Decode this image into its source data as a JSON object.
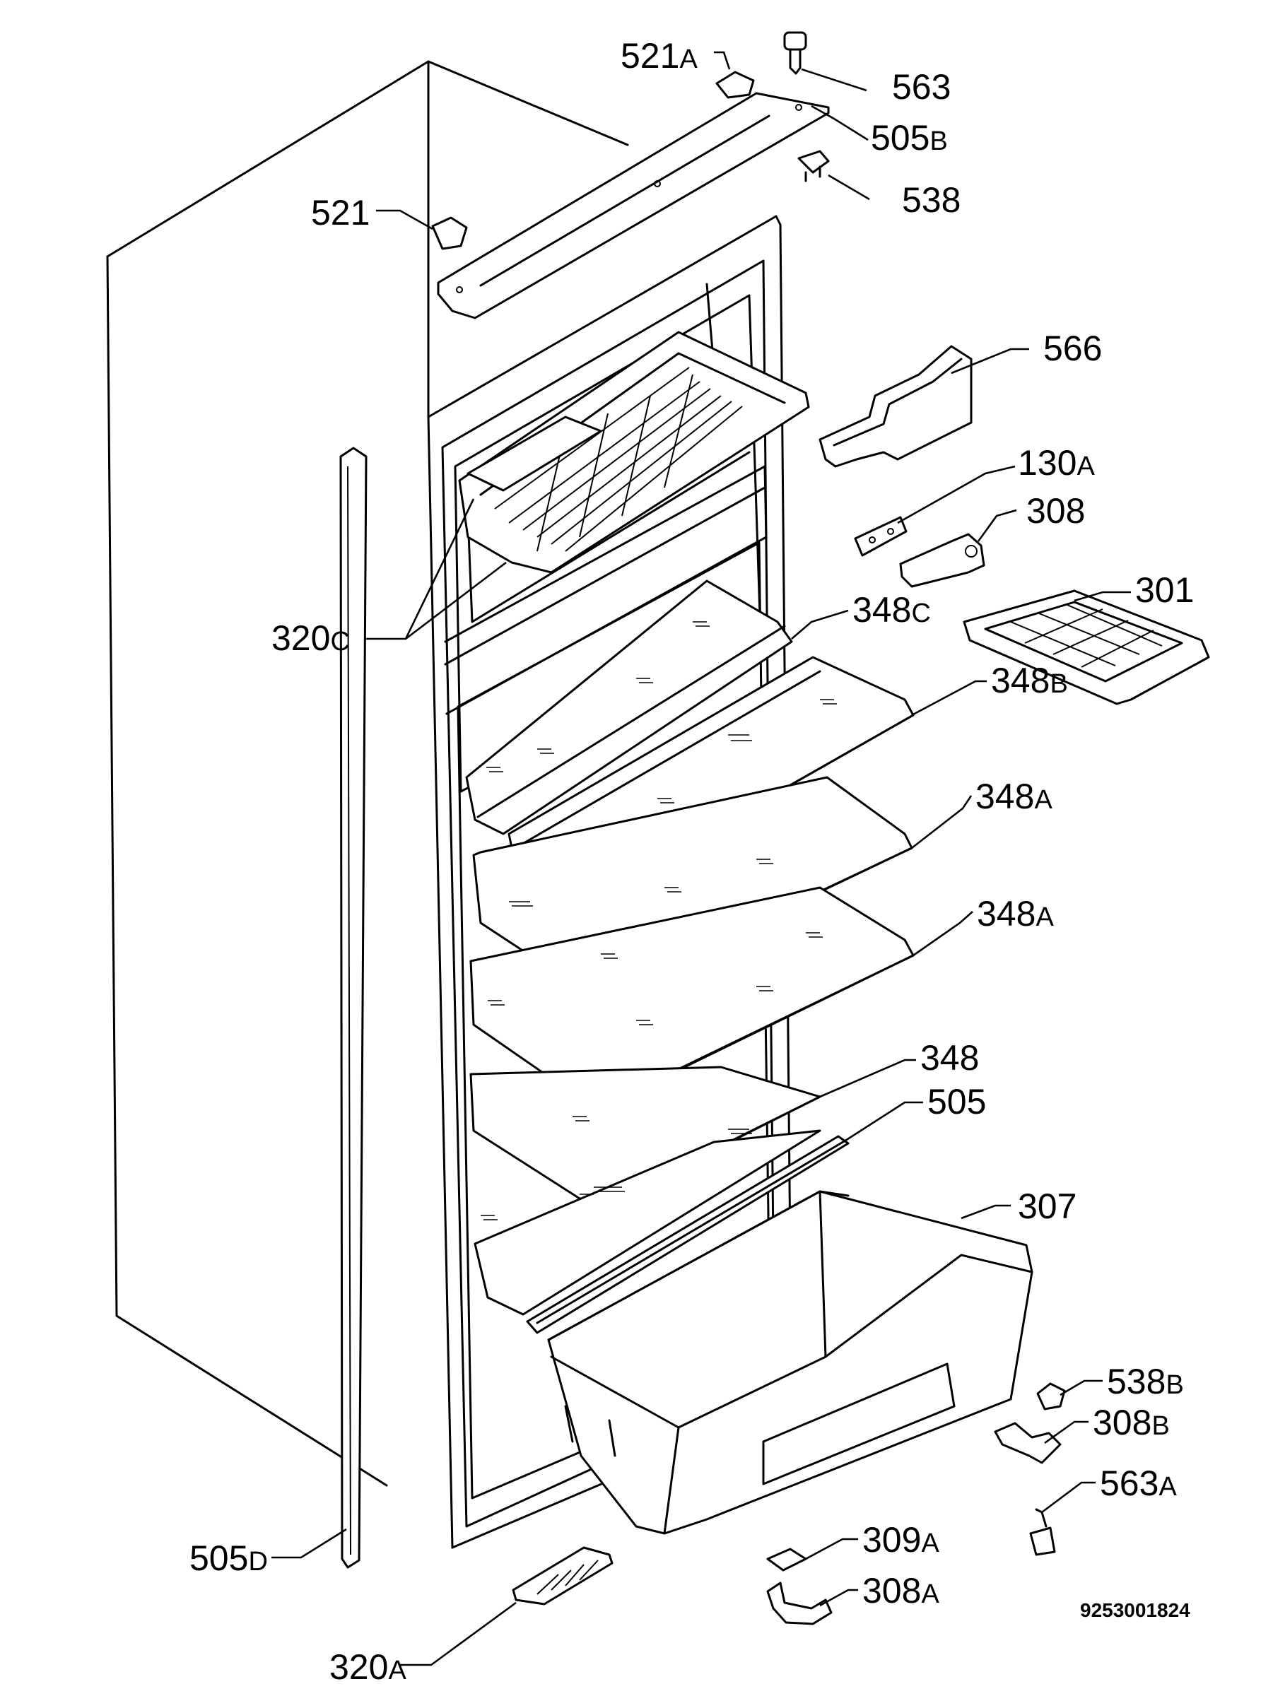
{
  "document_code": "9253001824",
  "parts": [
    {
      "key": "p521a",
      "num": "521",
      "suffix": "A"
    },
    {
      "key": "p563",
      "num": "563",
      "suffix": ""
    },
    {
      "key": "p505b",
      "num": "505",
      "suffix": "B"
    },
    {
      "key": "p538",
      "num": "538",
      "suffix": ""
    },
    {
      "key": "p521",
      "num": "521",
      "suffix": ""
    },
    {
      "key": "p566",
      "num": "566",
      "suffix": ""
    },
    {
      "key": "p130a",
      "num": "130",
      "suffix": "A"
    },
    {
      "key": "p308",
      "num": "308",
      "suffix": ""
    },
    {
      "key": "p301",
      "num": "301",
      "suffix": ""
    },
    {
      "key": "p348c",
      "num": "348",
      "suffix": "C"
    },
    {
      "key": "p320c",
      "num": "320",
      "suffix": "C"
    },
    {
      "key": "p348b",
      "num": "348",
      "suffix": "B"
    },
    {
      "key": "p348a1",
      "num": "348",
      "suffix": "A"
    },
    {
      "key": "p348a2",
      "num": "348",
      "suffix": "A"
    },
    {
      "key": "p348",
      "num": "348",
      "suffix": ""
    },
    {
      "key": "p505",
      "num": "505",
      "suffix": ""
    },
    {
      "key": "p307",
      "num": "307",
      "suffix": ""
    },
    {
      "key": "p538b",
      "num": "538",
      "suffix": "B"
    },
    {
      "key": "p308b",
      "num": "308",
      "suffix": "B"
    },
    {
      "key": "p563a",
      "num": "563",
      "suffix": "A"
    },
    {
      "key": "p309a",
      "num": "309",
      "suffix": "A"
    },
    {
      "key": "p308a",
      "num": "308",
      "suffix": "A"
    },
    {
      "key": "p505d",
      "num": "505",
      "suffix": "D"
    },
    {
      "key": "p320a",
      "num": "320",
      "suffix": "A"
    }
  ]
}
